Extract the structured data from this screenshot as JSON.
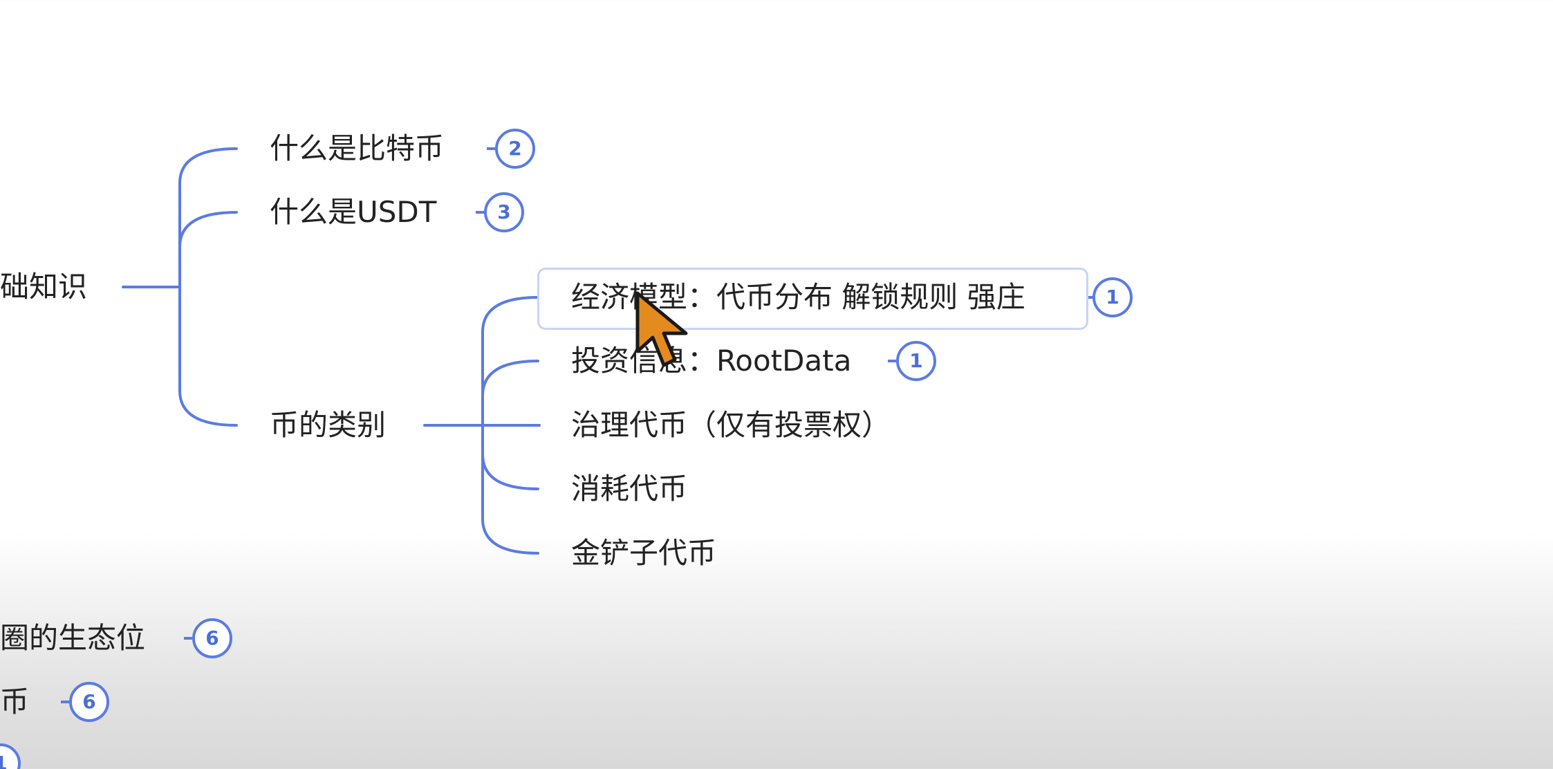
{
  "colors": {
    "connector": "#5b7be3",
    "badge_text": "#4a6ed8",
    "node_text": "#222222",
    "selected_border": "#c8d4f5",
    "cursor_fill": "#e58a1f",
    "cursor_stroke": "#1a1a1a"
  },
  "mindmap": {
    "root_partial": "础知识",
    "children": {
      "bitcoin": {
        "label": "什么是比特币",
        "count": "2"
      },
      "usdt": {
        "label": "什么是USDT",
        "count": "3"
      },
      "coin_types": {
        "label": "币的类别",
        "items": {
          "economic_model": {
            "label": "经济模型：代币分布 解锁规则 强庄",
            "count": "1"
          },
          "investment_info": {
            "label": "投资信息：RootData",
            "count": "1"
          },
          "governance": {
            "label": "治理代币（仅有投票权）"
          },
          "consumption": {
            "label": "消耗代币"
          },
          "gold_shovel": {
            "label": "金铲子代币"
          }
        }
      }
    },
    "siblings": {
      "ecosystem": {
        "label": "圈的生态位",
        "count": "6"
      },
      "coin": {
        "label": "币",
        "count": "6"
      },
      "partial_badge": {
        "count": "1"
      }
    }
  },
  "cursor": {
    "icon": "arrow-cursor-icon"
  }
}
